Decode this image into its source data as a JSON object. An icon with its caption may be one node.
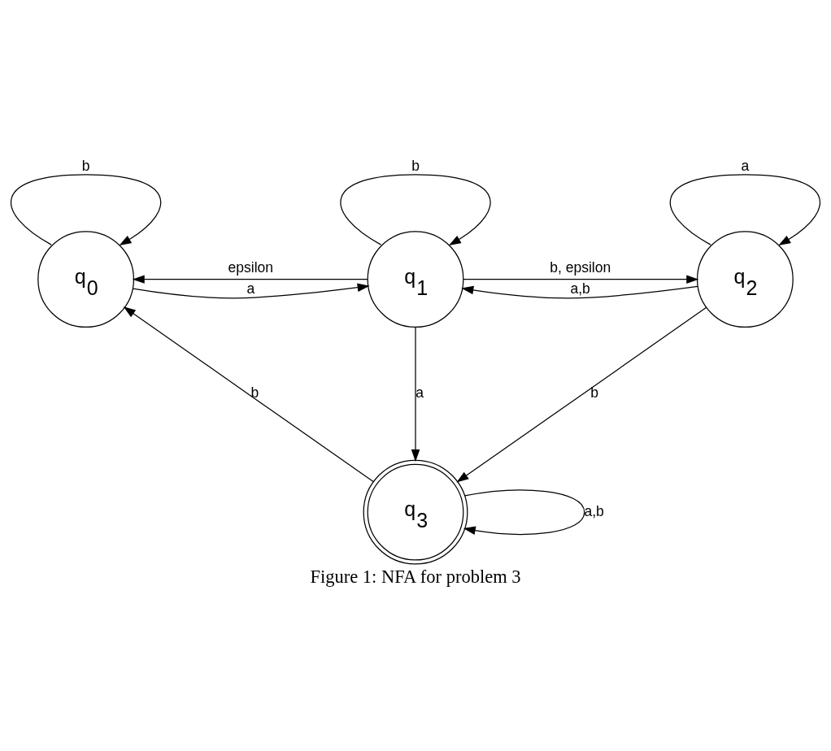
{
  "diagram": {
    "caption": "Figure 1: NFA for problem 3",
    "nodes": [
      {
        "text": [
          "q$_{0}$"
        ]
      },
      {
        "text": [
          "q$_{1}$"
        ]
      },
      {
        "text": [
          "q$_{2}$"
        ]
      },
      {
        "text": [
          "q$_{3}$"
        ]
      }
    ],
    "edges": [
      {
        "from": 0,
        "to": 0,
        "label": "b",
        "arrow": "to"
      },
      {
        "from": 1,
        "to": 0,
        "label": "epsilon",
        "arrow": "to"
      },
      {
        "from": 0,
        "to": 1,
        "label": "a",
        "arrow": "to"
      },
      {
        "from": 1,
        "to": 1,
        "label": "b",
        "arrow": "to"
      },
      {
        "from": 2,
        "to": 2,
        "label": "a",
        "arrow": "to"
      },
      {
        "from": 2,
        "to": 1,
        "label": "a,b",
        "arrow": "to"
      },
      {
        "from": 1,
        "to": 2,
        "label": "b, epsilon",
        "arrow": "to"
      },
      {
        "from": 1,
        "to": 3,
        "label": "a",
        "arrow": "to"
      },
      {
        "from": 2,
        "to": 3,
        "label": "b",
        "arrow": "to"
      },
      {
        "from": 3,
        "to": 0,
        "label": "b",
        "arrow": "to"
      },
      {
        "from": 3,
        "to": 3,
        "label": "a,b",
        "arrow": "to"
      }
    ]
  }
}
